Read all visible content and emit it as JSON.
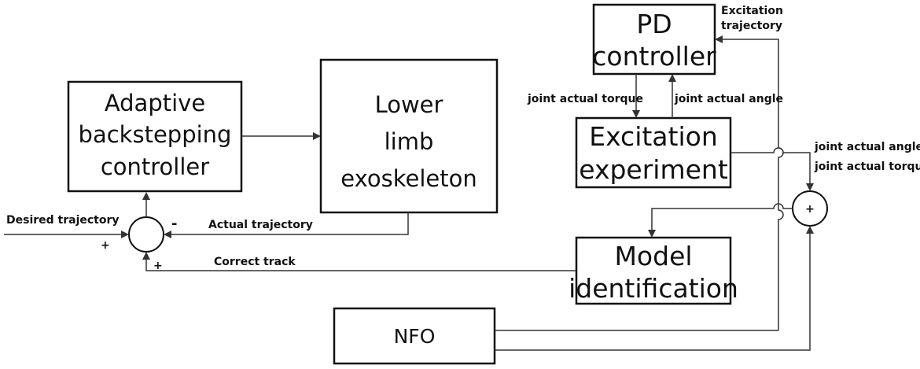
{
  "blocks": {
    "adaptive": [
      "Adaptive",
      "backstepping",
      "controller"
    ],
    "exoskeleton": [
      "Lower",
      "limb",
      "exoskeleton"
    ],
    "pd": [
      "PD",
      "controller"
    ],
    "excitation": [
      "Excitation",
      "experiment"
    ],
    "model": [
      "Model",
      "identification"
    ],
    "nfo": "NFO"
  },
  "signals": {
    "desired_trajectory": "Desired trajectory",
    "actual_trajectory": "Actual  trajectory",
    "correct_track": "Correct track",
    "excitation_trajectory": [
      "Excitation",
      "trajectory"
    ],
    "joint_actual_torque": "joint actual torque",
    "joint_actual_angle": "joint actual angle",
    "joint_actual_angle_right": "joint actual angle",
    "joint_actual_torque_right": "joint actual torque"
  },
  "signs": {
    "left_sum_desired": "+",
    "left_sum_feedback": "-",
    "left_sum_correct": "+",
    "right_sum": "+"
  }
}
